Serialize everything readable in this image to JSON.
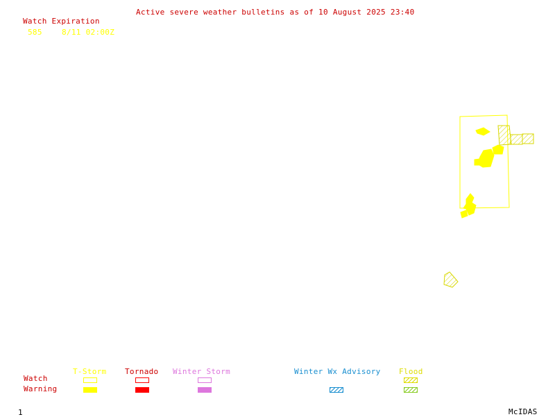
{
  "header": {
    "title": "Active severe weather bulletins as of 10 August 2025 23:40"
  },
  "watch_list": {
    "heading": "Watch Expiration",
    "entries": [
      {
        "number": "585",
        "expires": "8/11 02:00Z"
      }
    ]
  },
  "legend": {
    "row_labels": {
      "watch": "Watch",
      "warning": "Warning"
    },
    "columns": [
      {
        "label": "T-Storm",
        "color": "#ffff00"
      },
      {
        "label": "Tornado",
        "color": "#ff0000"
      },
      {
        "label": "Winter Storm",
        "color": "#dd77dd"
      },
      {
        "label": "Winter Wx Advisory",
        "color": "#1a8fd0"
      },
      {
        "label": "Flood",
        "color": "#88cc22"
      }
    ]
  },
  "footer": {
    "frame_number": "1",
    "brand": "McIDAS"
  },
  "colors": {
    "title": "#cc0000",
    "watch_entry": "#ffff00",
    "flood_hatch": "#dddd00"
  }
}
